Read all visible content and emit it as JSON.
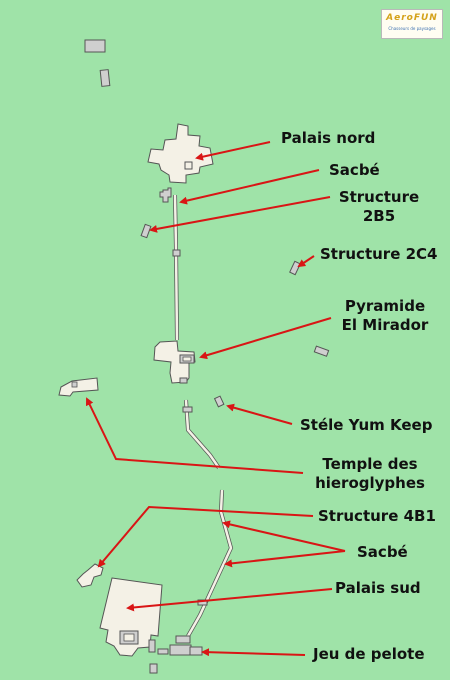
{
  "map": {
    "logo": {
      "word": "AeroFUN",
      "tagline": "Chasseurs de paysages"
    },
    "labels": {
      "palais_nord": "Palais nord",
      "sacbe_top": "Sacbé",
      "structure_2b5": [
        "Structure",
        "2B5"
      ],
      "structure_2c4": "Structure 2C4",
      "pyramide": [
        "Pyramide",
        "El Mirador"
      ],
      "stele": "Stéle Yum Keep",
      "temple": [
        "Temple des",
        "hieroglyphes"
      ],
      "structure_4b1": "Structure 4B1",
      "sacbe_bottom": "Sacbé",
      "palais_sud": "Palais sud",
      "jeu_de_pelote": "Jeu de pelote"
    },
    "colors": {
      "background": "#9fe3a8",
      "building_fill": "#f4f1e6",
      "building_stroke": "#555555",
      "gray_block": "#cfcfcf",
      "arrow": "#d91515"
    }
  }
}
